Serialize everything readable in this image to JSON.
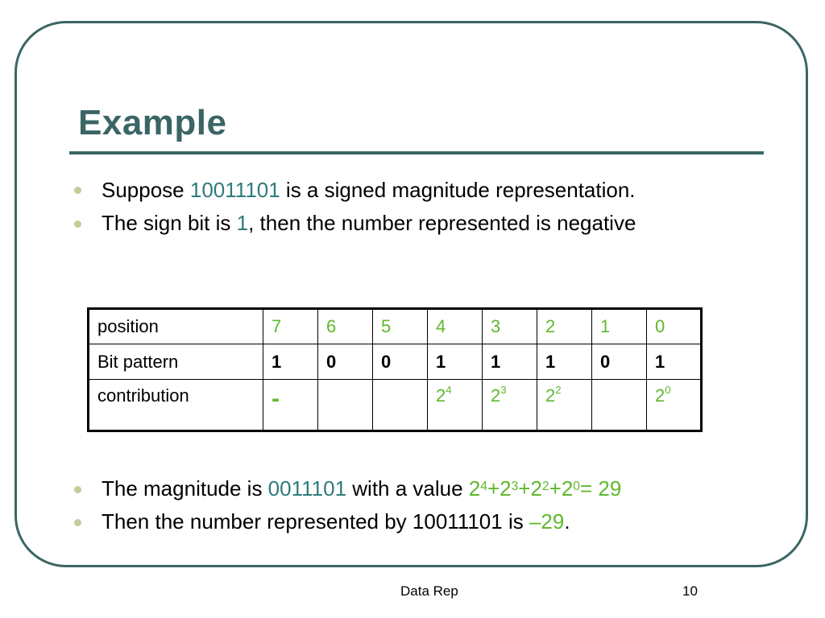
{
  "slide": {
    "title": "Example",
    "bullets": [
      {
        "pre": "Suppose ",
        "highlight": "10011101",
        "post": " is a signed magnitude representation."
      },
      {
        "pre": "The sign bit is ",
        "highlight": "1",
        "post": ", then the number represented is negative"
      }
    ],
    "table": {
      "row_labels": [
        "position",
        "Bit pattern",
        "contribution"
      ],
      "positions": [
        "7",
        "6",
        "5",
        "4",
        "3",
        "2",
        "1",
        "0"
      ],
      "bits": [
        "1",
        "0",
        "0",
        "1",
        "1",
        "1",
        "0",
        "1"
      ],
      "sign_contribution": "-",
      "power_base": "2",
      "powers": [
        "4",
        "3",
        "2",
        "0"
      ]
    },
    "magnitude_line": {
      "pre": "The magnitude is ",
      "magnitude": "0011101",
      "mid": " with a value ",
      "base": "2",
      "exps": [
        "4",
        "3",
        "2",
        "0"
      ],
      "plus": "+",
      "result": "= 29"
    },
    "result_line": {
      "pre": "Then the number represented by 10011101 is ",
      "value": "–29",
      "post": "."
    },
    "footer": {
      "center": "Data Rep",
      "page_number": "10"
    }
  },
  "colors": {
    "accent": "#3b6565",
    "highlight_teal": "#2e7b7b",
    "highlight_green": "#5fb82c",
    "bullet": "#c7cb9b"
  }
}
